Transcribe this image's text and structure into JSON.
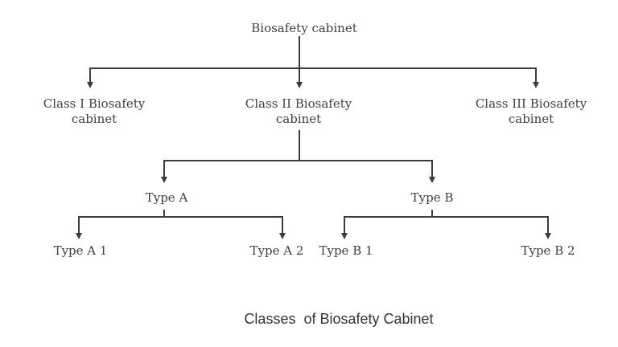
{
  "tree": {
    "label": "Biosafety cabinet",
    "children": [
      {
        "label": "Class I Biosafety cabinet",
        "children": []
      },
      {
        "label": "Class II Biosafety cabinet",
        "children": [
          {
            "label": "Type A",
            "children": [
              {
                "label": "Type A 1"
              },
              {
                "label": "Type A 2"
              }
            ]
          },
          {
            "label": "Type B",
            "children": [
              {
                "label": "Type B 1"
              },
              {
                "label": "Type B 2"
              }
            ]
          }
        ]
      },
      {
        "label": "Class III Biosafety cabinet",
        "children": []
      }
    ]
  },
  "caption": "Classes  of Biosafety Cabinet",
  "colors": {
    "line": "#3c3c3c",
    "node_text": "#3f3f3f",
    "caption_text": "#333333",
    "background": "#ffffff"
  }
}
